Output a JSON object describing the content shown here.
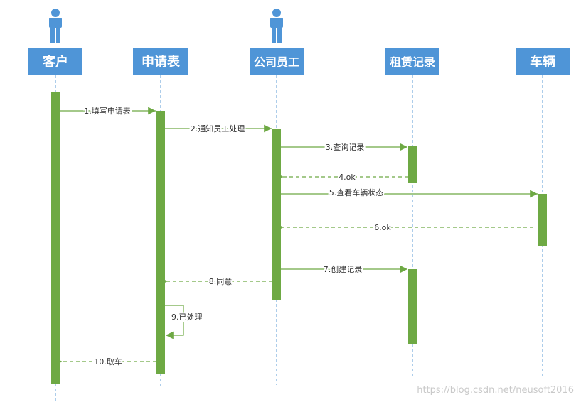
{
  "participants": [
    {
      "id": "customer",
      "label": "客户",
      "stick_figure": true
    },
    {
      "id": "form",
      "label": "申请表",
      "stick_figure": false
    },
    {
      "id": "staff",
      "label": "公司员工",
      "stick_figure": true
    },
    {
      "id": "records",
      "label": "租赁记录",
      "stick_figure": false
    },
    {
      "id": "vehicle",
      "label": "车辆",
      "stick_figure": false
    }
  ],
  "messages": [
    {
      "label": "1.填写申请表",
      "from": "customer",
      "to": "form",
      "type": "sync"
    },
    {
      "label": "2.通知员工处理",
      "from": "form",
      "to": "staff",
      "type": "sync"
    },
    {
      "label": "3.查询记录",
      "from": "staff",
      "to": "records",
      "type": "sync"
    },
    {
      "label": "4.ok",
      "from": "records",
      "to": "staff",
      "type": "return"
    },
    {
      "label": "5.查看车辆状态",
      "from": "staff",
      "to": "vehicle",
      "type": "sync"
    },
    {
      "label": "6.ok",
      "from": "vehicle",
      "to": "staff",
      "type": "return"
    },
    {
      "label": "7.创建记录",
      "from": "staff",
      "to": "records",
      "type": "sync"
    },
    {
      "label": "8.同意",
      "from": "staff",
      "to": "form",
      "type": "return"
    },
    {
      "label": "9.已处理",
      "from": "form",
      "to": "form",
      "type": "self"
    },
    {
      "label": "10.取车",
      "from": "form",
      "to": "customer",
      "type": "return"
    }
  ],
  "watermark": "https://blog.csdn.net/neusoft2016",
  "colors": {
    "actor": "#4f95d7",
    "activation": "#6ea944",
    "lifeline": "#5b9bd5"
  }
}
